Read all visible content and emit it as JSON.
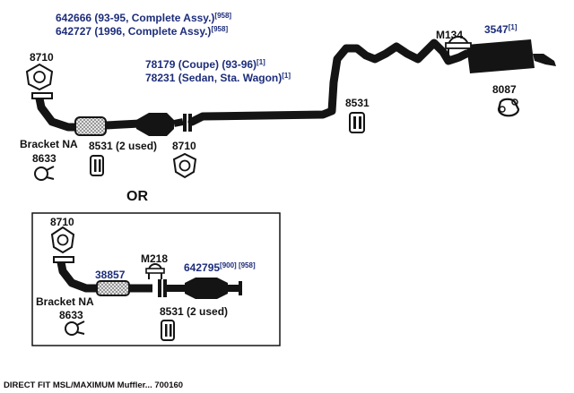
{
  "colors": {
    "part_number": "#1d2d7a",
    "text": "#111111",
    "pipe": "#141414",
    "background": "#ffffff"
  },
  "labels": {
    "assy_line1": "642666 (93-95, Complete Assy.)",
    "assy_line1_note": "[958]",
    "assy_line2": "642727 (1996, Complete Assy.)",
    "assy_line2_note": "[958]",
    "part_8710_top": "8710",
    "coupe_line": "78179 (Coupe) (93-96)",
    "coupe_note": "[1]",
    "sedan_line": "78231 (Sedan, Sta. Wagon)",
    "sedan_note": "[1]",
    "part_m134": "M134",
    "part_3547": "3547",
    "part_3547_note": "[1]",
    "part_8087": "8087",
    "part_8531_right": "8531",
    "bracket_na_top": "Bracket NA",
    "part_8633_top": "8633",
    "part_8531_two_top": "8531 (2 used)",
    "part_8710_mid": "8710",
    "or_label": "OR",
    "part_8710_box": "8710",
    "part_38857": "38857",
    "part_m218": "M218",
    "part_642795": "642795",
    "part_642795_note": "[900] [958]",
    "bracket_na_box": "Bracket NA",
    "part_8633_box": "8633",
    "part_8531_two_box": "8531 (2 used)",
    "footer": "DIRECT FIT MSL/MAXIMUM Muffler... 700160"
  },
  "icons": [
    "flange-gasket-icon",
    "pipe-clamp-icon",
    "rubber-hanger-icon",
    "u-bolt-clamp-icon",
    "muffler-icon",
    "catalytic-converter-icon",
    "flex-pipe-icon"
  ]
}
